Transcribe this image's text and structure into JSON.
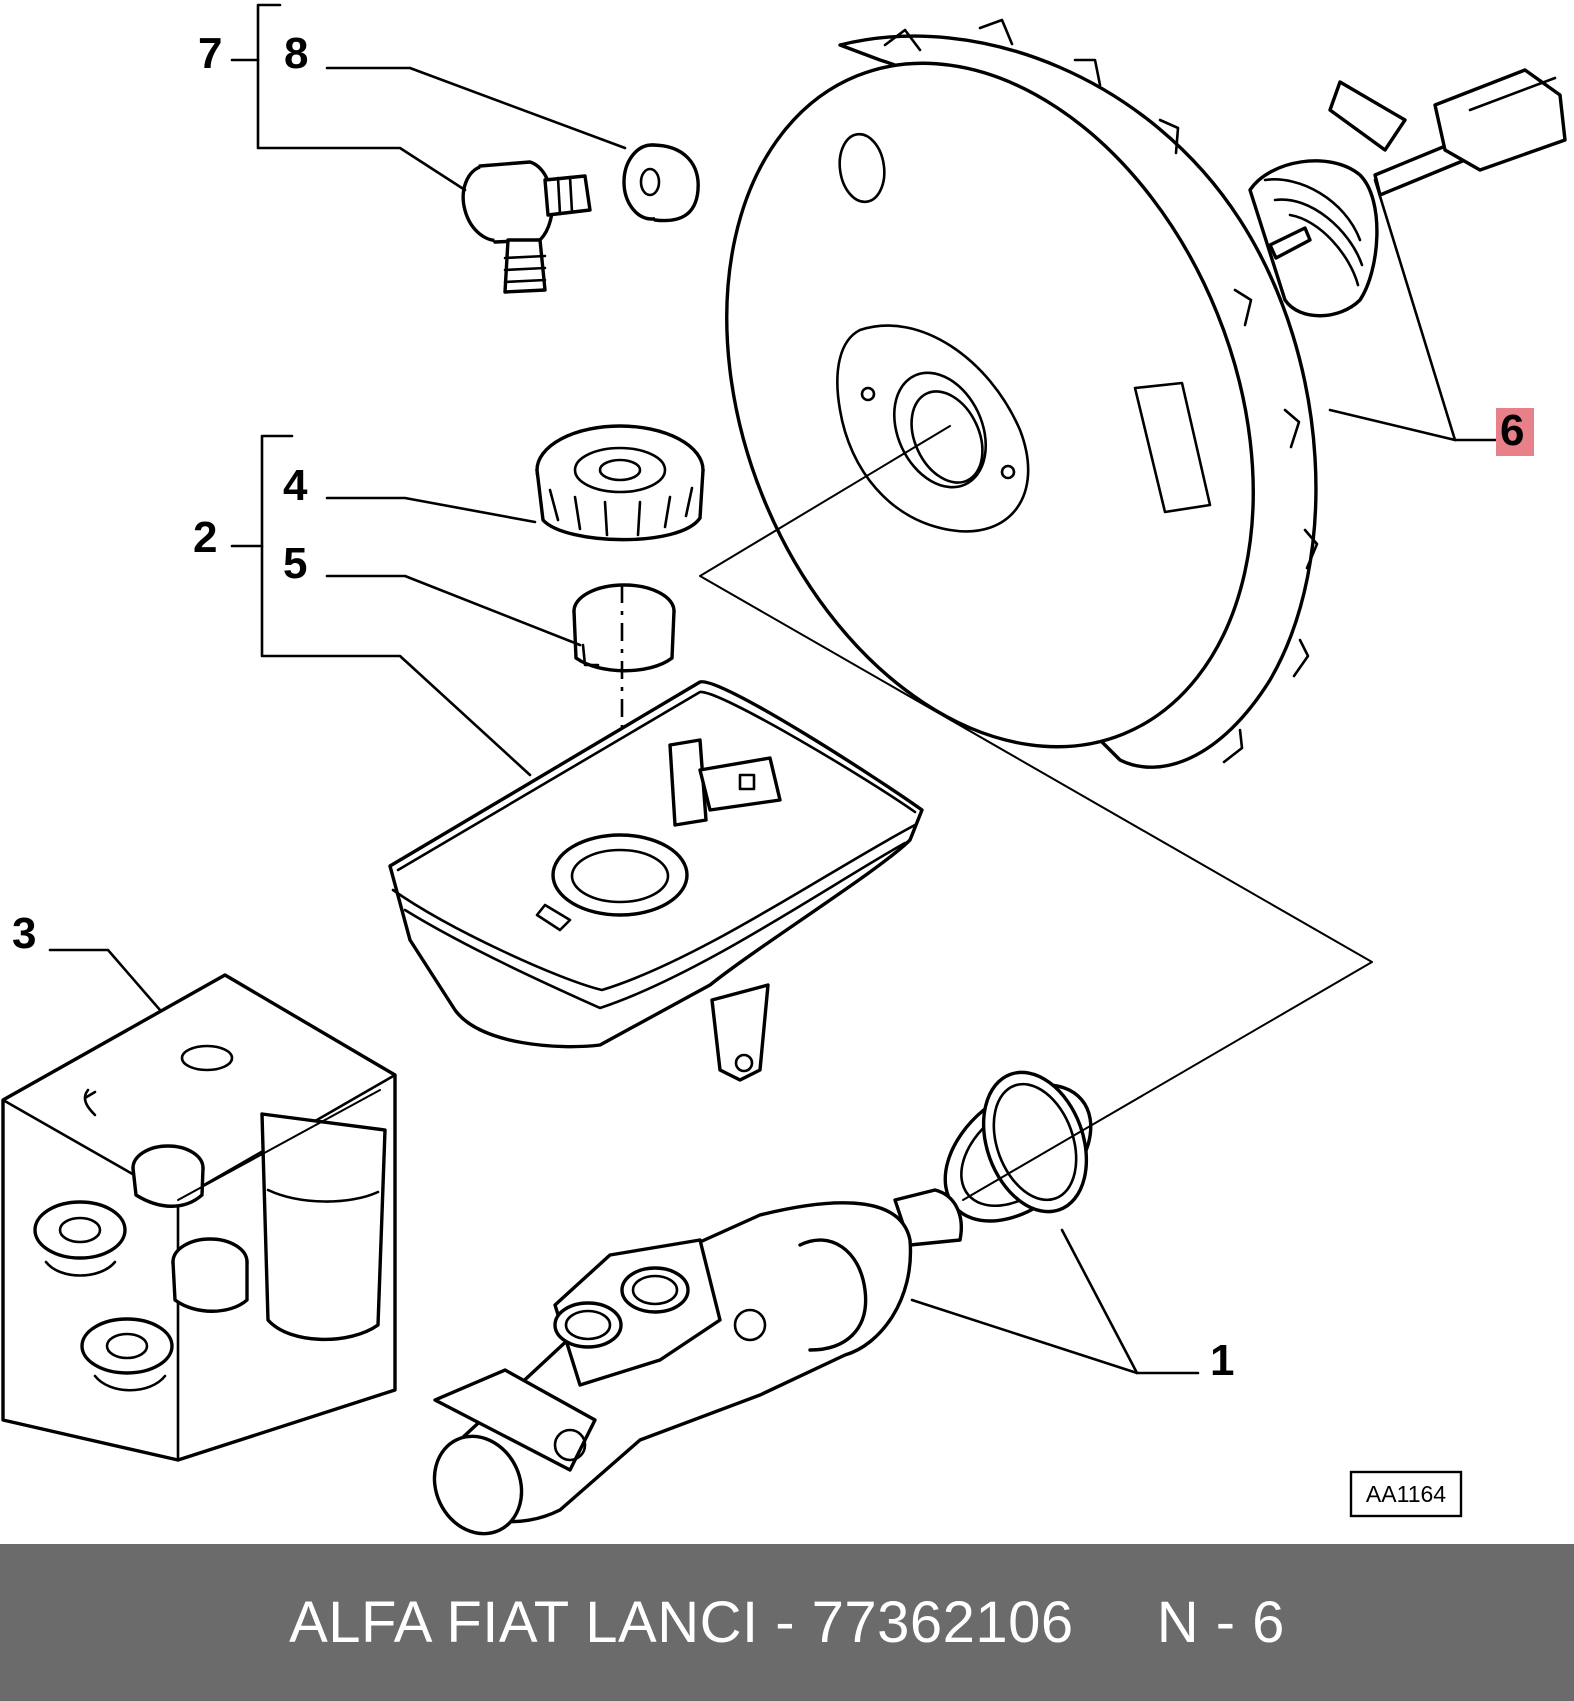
{
  "diagram": {
    "callouts": [
      {
        "id": "1",
        "label": "1",
        "highlighted": false
      },
      {
        "id": "2",
        "label": "2",
        "highlighted": false
      },
      {
        "id": "3",
        "label": "3",
        "highlighted": false
      },
      {
        "id": "4",
        "label": "4",
        "highlighted": false
      },
      {
        "id": "5",
        "label": "5",
        "highlighted": false
      },
      {
        "id": "6",
        "label": "6",
        "highlighted": true
      },
      {
        "id": "7",
        "label": "7",
        "highlighted": false
      },
      {
        "id": "8",
        "label": "8",
        "highlighted": false
      }
    ],
    "drawing_ref": "AA1164",
    "highlight_color": "#e8808a"
  },
  "footer": {
    "text": "ALFA FIAT LANCI - 77362106     N - 6",
    "background": "#6b6b6b",
    "color": "#ffffff"
  }
}
